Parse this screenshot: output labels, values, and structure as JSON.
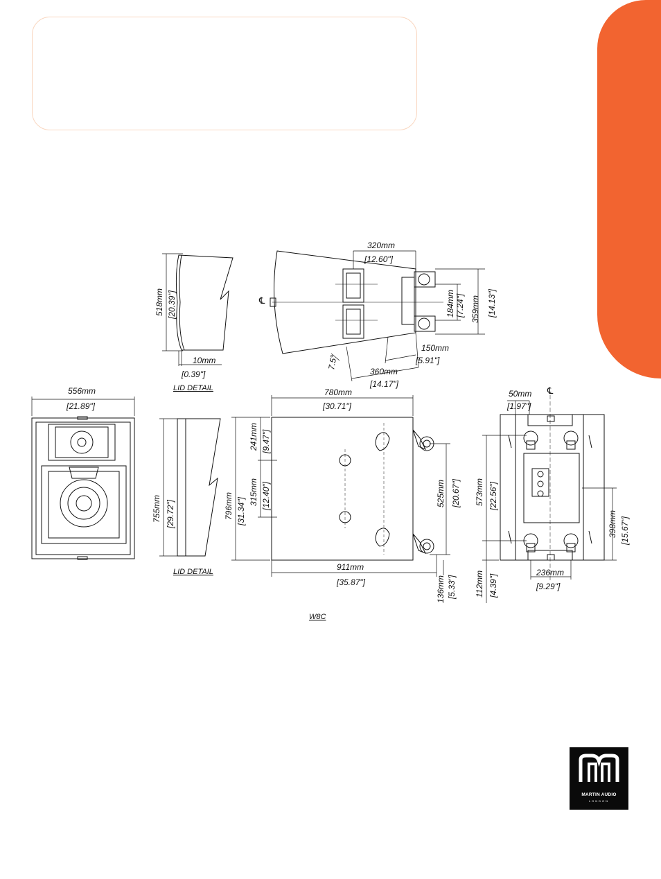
{
  "colors": {
    "accent": "#f26430",
    "box_border": "#f9d6bf",
    "ink": "#111111"
  },
  "brand": {
    "name": "MARTIN AUDIO",
    "sub": "LONDON"
  },
  "labels": {
    "lid_detail_top": "LID  DETAIL",
    "lid_detail_bottom": "LID  DETAIL",
    "model": "W8C",
    "centerline": "℄"
  },
  "dimensions": {
    "d518mm": "518mm",
    "d518in": "[20.39\"]",
    "d10mm": "10mm",
    "d10in": "[0.39\"]",
    "d320mm": "320mm",
    "d320in": "[12.60\"]",
    "d184mm": "184mm",
    "d184in": "[7.24\"]",
    "d359mm": "359mm",
    "d359in": "[14.13\"]",
    "d150mm": "150mm",
    "d150in": "[5.91\"]",
    "d360mm": "360mm",
    "d360in": "[14.17\"]",
    "angle": "7.5°",
    "d556mm": "556mm",
    "d556in": "[21.89\"]",
    "d755mm": "755mm",
    "d755in": "[29.72\"]",
    "d780mm": "780mm",
    "d780in": "[30.71\"]",
    "d796mm": "796mm",
    "d796in": "[31.34\"]",
    "d241mm": "241mm",
    "d241in": "[9.47\"]",
    "d315mm": "315mm",
    "d315in": "[12.40\"]",
    "d525mm": "525mm",
    "d525in": "[20.67\"]",
    "d911mm": "911mm",
    "d911in": "[35.87\"]",
    "d136mm": "136mm",
    "d136in": "[5.33\"]",
    "d50mm": "50mm",
    "d50in": "[1.97\"]",
    "d573mm": "573mm",
    "d573in": "[22.56\"]",
    "d398mm": "398mm",
    "d398in": "[15.67\"]",
    "d112mm": "112mm",
    "d112in": "[4.39\"]",
    "d236mm": "236mm",
    "d236in": "[9.29\"]"
  }
}
